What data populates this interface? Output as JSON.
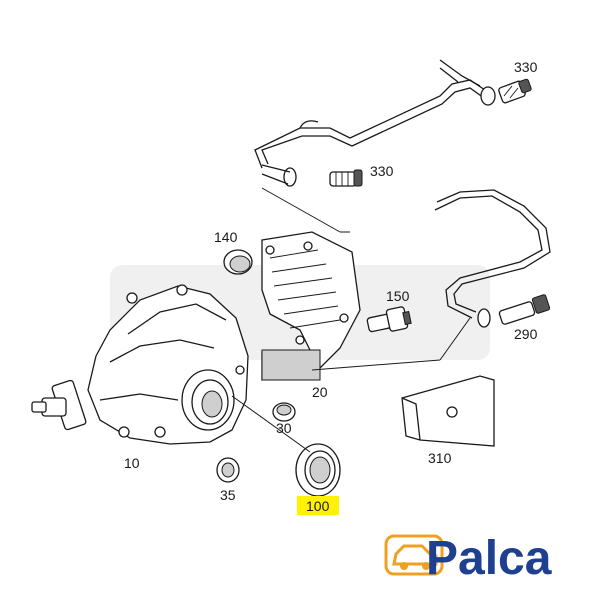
{
  "labels": {
    "p10": "10",
    "p20": "20",
    "p30": "30",
    "p35": "35",
    "p100": "100",
    "p140": "140",
    "p150": "150",
    "p290": "290",
    "p310": "310",
    "p330a": "330",
    "p330b": "330"
  },
  "highlight_color": "#fff200",
  "logo": {
    "text": "Palca",
    "color": "#1f3f8f",
    "accent": "#f0a020"
  }
}
